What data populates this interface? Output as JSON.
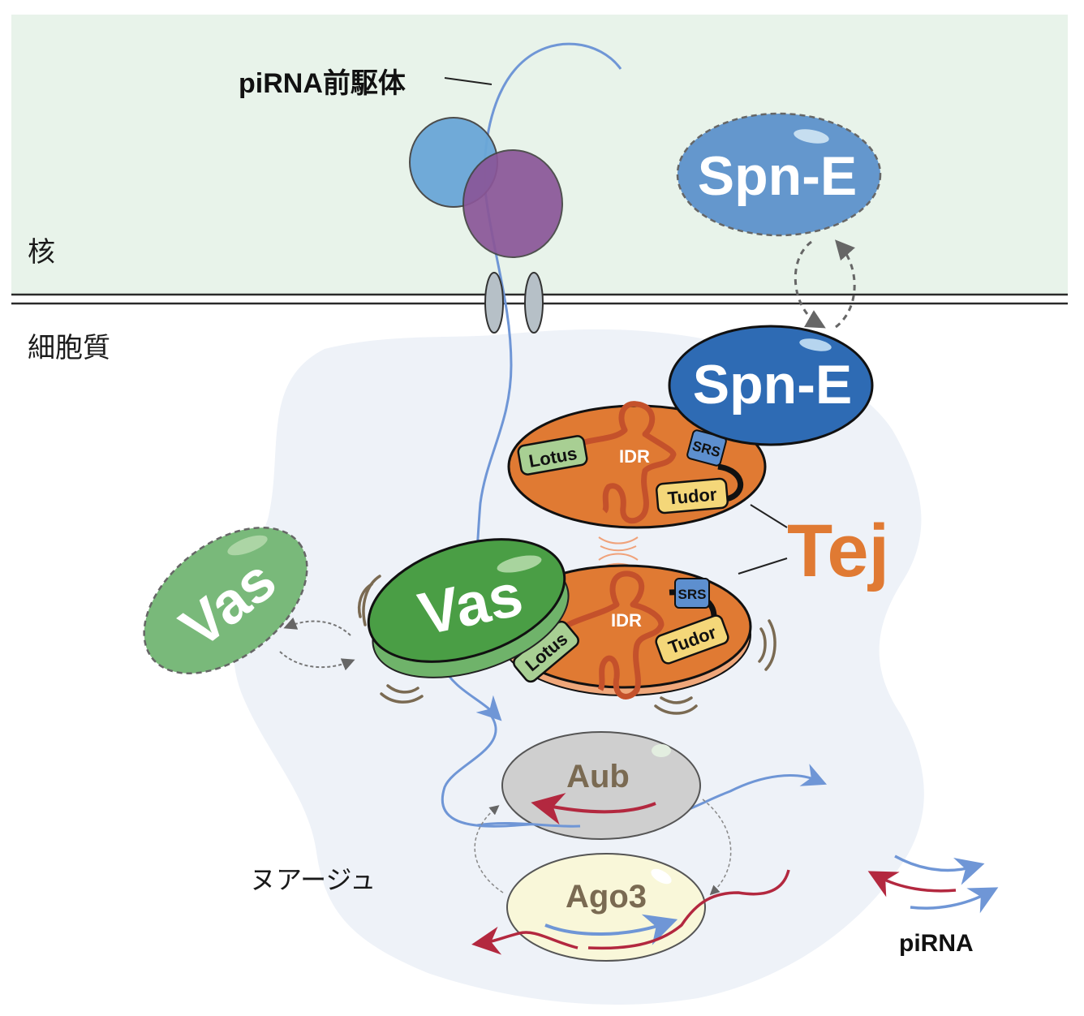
{
  "title": "piRNA precursor processing in nuage by Tej / Vas / Spn-E",
  "compartments": {
    "nucleus": "核",
    "cytoplasm": "細胞質",
    "nuage": "ヌアージュ"
  },
  "labels": {
    "precursor": "piRNA前駆体",
    "pirna": "piRNA",
    "tej": "Tej"
  },
  "proteins": {
    "spne_nuclear": "Spn-E",
    "spne_bound": "Spn-E",
    "vas_free": "Vas",
    "vas_bound": "Vas",
    "aub": "Aub",
    "ago3": "Ago3"
  },
  "domains": {
    "lotus": "Lotus",
    "idr": "IDR",
    "srs": "SRS",
    "tudor": "Tudor"
  },
  "colors": {
    "nucleus_bg": "#e8f3ea",
    "nuage_bg": "#eef2f8",
    "spne_nuclear": "#6497cd",
    "spne_bound": "#2e6bb4",
    "vas_free": "#79b97a",
    "vas_bound": "#4a9e45",
    "tej": "#e07a33",
    "tej_text": "#e07a33",
    "idr": "#c4512b",
    "lotus": "#a8cf93",
    "srs": "#5d8fcf",
    "tudor": "#f4d779",
    "aub": "#cfcfcf",
    "ago3": "#f9f7d9",
    "rna_blue": "#6f96d6",
    "rna_red": "#b3283f",
    "protein_label_dark": "#7a6a52"
  }
}
